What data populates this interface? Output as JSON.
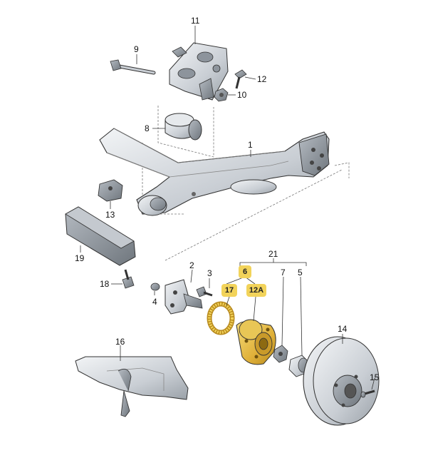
{
  "callouts": {
    "c1": "1",
    "c2": "2",
    "c3": "3",
    "c4": "4",
    "c5": "5",
    "c7": "7",
    "c8": "8",
    "c9": "9",
    "c10": "10",
    "c11": "11",
    "c12": "12",
    "c13": "13",
    "c14": "14",
    "c15": "15",
    "c16": "16",
    "c18": "18",
    "c19": "19",
    "c21": "21"
  },
  "highlighted": {
    "c6": "6",
    "c17": "17",
    "c12A": "12A"
  },
  "colors": {
    "part_fill": "#d9dde2",
    "part_dark": "#8d949c",
    "part_stroke": "#333333",
    "highlight": "#e4b43c",
    "badge": "#f2d35a"
  }
}
